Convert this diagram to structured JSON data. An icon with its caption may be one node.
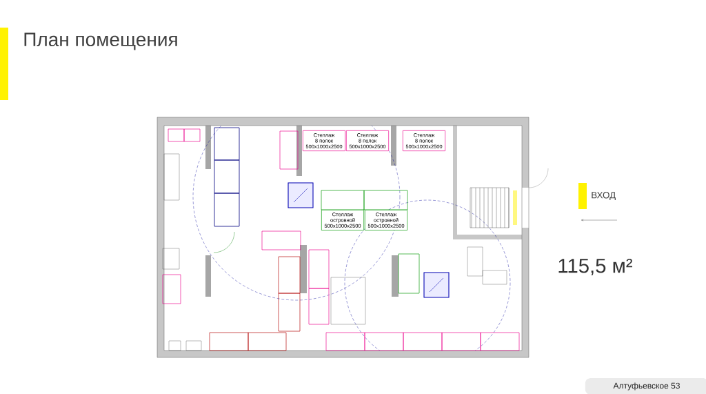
{
  "diagram": {
    "title": "План помещения",
    "nodes": [
      {
        "text": [
          "Стеллаж",
          "8 полок",
          "500x1000x2500"
        ]
      },
      {
        "text": [
          "Стеллаж",
          "8 полок",
          "500x1000x2500"
        ]
      },
      {
        "text": [
          "Стеллаж",
          "8 полок",
          "500x1000x2500"
        ]
      },
      {
        "text": [
          "Стеллаж",
          "островной",
          "500x1000x2500"
        ]
      },
      {
        "text": [
          "Стеллаж",
          "островной",
          "500x1000x2500"
        ]
      }
    ],
    "labels": [
      "ВХОД",
      "115,5 м²",
      "Алтуфьевское 53"
    ]
  }
}
